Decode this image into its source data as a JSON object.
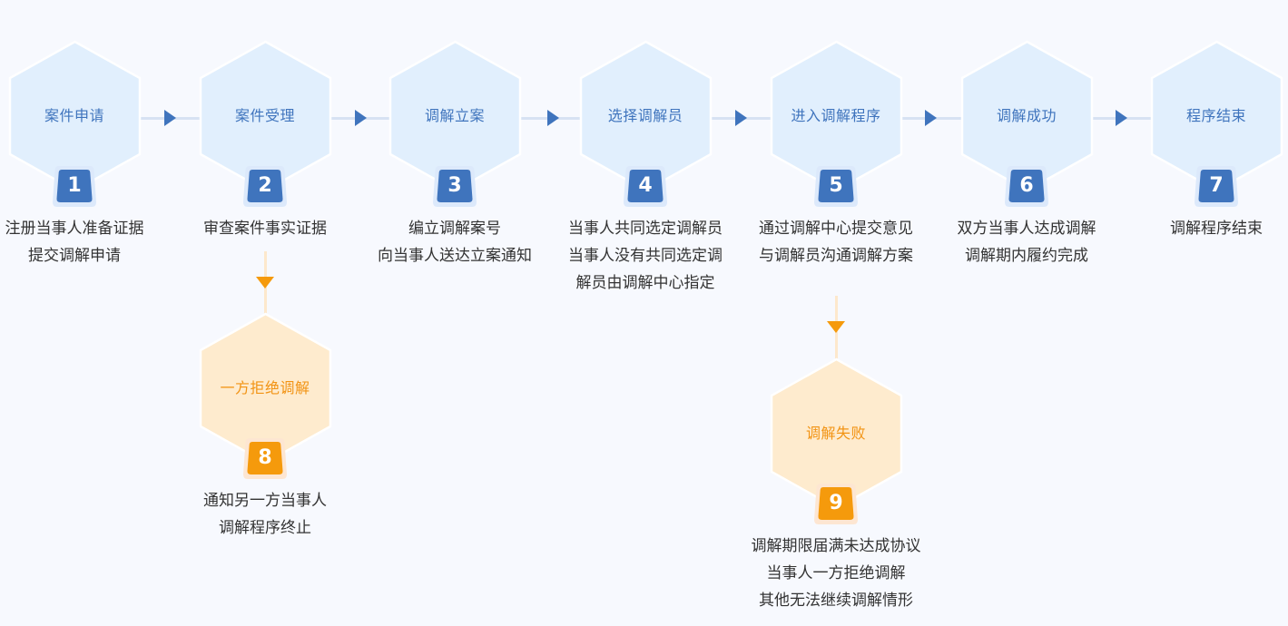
{
  "colors": {
    "background": "#f7f9fe",
    "main_hex_fill": "#e1effd",
    "main_accent": "#3f74bd",
    "branch_hex_fill": "#feebce",
    "branch_accent": "#f59a0c",
    "connector_main": "#d7e2f3",
    "connector_branch": "#fde8cc",
    "description_text": "#333333"
  },
  "main_flow": [
    {
      "number": "1",
      "title": "案件申请",
      "description": [
        "注册当事人准备证据",
        "提交调解申请"
      ]
    },
    {
      "number": "2",
      "title": "案件受理",
      "description": [
        "审查案件事实证据"
      ]
    },
    {
      "number": "3",
      "title": "调解立案",
      "description": [
        "编立调解案号",
        "向当事人送达立案通知"
      ]
    },
    {
      "number": "4",
      "title": "选择调解员",
      "description": [
        "当事人共同选定调解员",
        "当事人没有共同选定调",
        "解员由调解中心指定"
      ]
    },
    {
      "number": "5",
      "title": "进入调解程序",
      "description": [
        "通过调解中心提交意见",
        "与调解员沟通调解方案"
      ]
    },
    {
      "number": "6",
      "title": "调解成功",
      "description": [
        "双方当事人达成调解",
        "调解期内履约完成"
      ]
    },
    {
      "number": "7",
      "title": "程序结束",
      "description": [
        "调解程序结束"
      ]
    }
  ],
  "branches": [
    {
      "from_step": "2",
      "number": "8",
      "title": "一方拒绝调解",
      "description": [
        "通知另一方当事人",
        "调解程序终止"
      ]
    },
    {
      "from_step": "5",
      "number": "9",
      "title": "调解失败",
      "description": [
        "调解期限届满未达成协议",
        "当事人一方拒绝调解",
        "其他无法继续调解情形"
      ]
    }
  ],
  "icons": {
    "flow_arrow": "arrow-right-icon",
    "branch_arrow": "arrow-down-icon"
  }
}
